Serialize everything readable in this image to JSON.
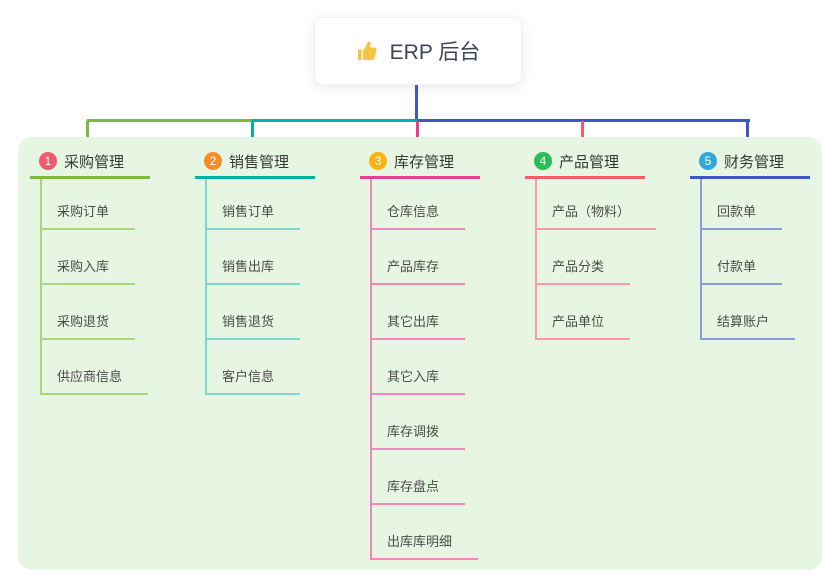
{
  "root_node": {
    "icon": "thumbs-up-icon",
    "label": "ERP 后台"
  },
  "canvas": {
    "background": "#ffffff",
    "panel_background": "#e7f6e2"
  },
  "connector": {
    "trunk_color": "#3f57c5"
  },
  "branches": [
    {
      "number": "1",
      "title": "采购管理",
      "badge_color": "#f05b6c",
      "line_color": "#7cb93f",
      "sub_line_color": "#a8d678",
      "items": [
        "采购订单",
        "采购入库",
        "采购退货",
        "供应商信息"
      ]
    },
    {
      "number": "2",
      "title": "销售管理",
      "badge_color": "#f78c2a",
      "line_color": "#00b3a6",
      "sub_line_color": "#7fd6ce",
      "items": [
        "销售订单",
        "销售出库",
        "销售退货",
        "客户信息"
      ]
    },
    {
      "number": "3",
      "title": "库存管理",
      "badge_color": "#f8b413",
      "line_color": "#e83e92",
      "sub_line_color": "#f287bd",
      "items": [
        "仓库信息",
        "产品库存",
        "其它出库",
        "其它入库",
        "库存调拨",
        "库存盘点",
        "出库库明细"
      ]
    },
    {
      "number": "4",
      "title": "产品管理",
      "badge_color": "#2abd57",
      "line_color": "#f85868",
      "sub_line_color": "#fb9aa4",
      "items": [
        "产品（物料）",
        "产品分类",
        "产品单位"
      ]
    },
    {
      "number": "5",
      "title": "财务管理",
      "badge_color": "#33a7dc",
      "line_color": "#3f57c5",
      "sub_line_color": "#8b9bd8",
      "items": [
        "回款单",
        "付款单",
        "结算账户"
      ]
    }
  ]
}
